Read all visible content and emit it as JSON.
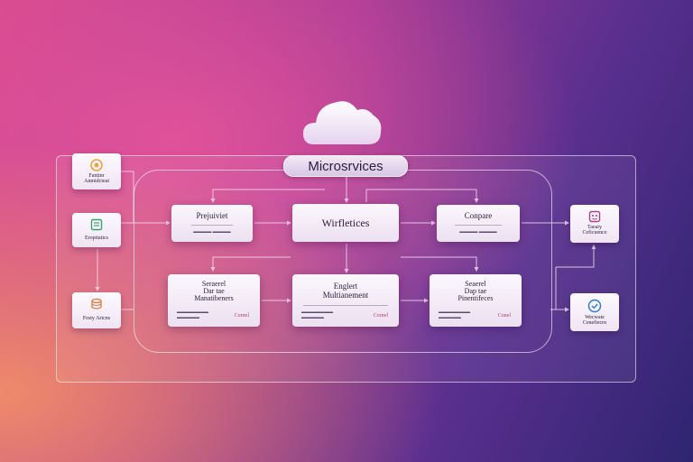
{
  "diagram": {
    "title": "Microsrvices",
    "center": {
      "label": "Wirfletices"
    },
    "top_left": {
      "label": "Prejuiviet"
    },
    "top_right": {
      "label": "Conpare"
    },
    "bottom_left": {
      "label": "Seraerel\nDar tae\nManatibeners",
      "tag": "Cornel"
    },
    "bottom_mid": {
      "label": "Englert\nMultianement",
      "tag": "Cornel"
    },
    "bottom_right": {
      "label": "Seaerel\nDap tae\nPinentifeces",
      "tag": "Conel"
    },
    "left_nodes": [
      {
        "label": "Fantinr\nAnmidcteat",
        "icon": "coin-icon",
        "color": "#e8a33a"
      },
      {
        "label": "Eropitatics",
        "icon": "chart-icon",
        "color": "#3aa56a"
      },
      {
        "label": "Festy Aricns",
        "icon": "database-icon",
        "color": "#e07a3a"
      }
    ],
    "right_nodes": [
      {
        "label": "Taeaiy\nCeficuence",
        "icon": "chat-icon",
        "color": "#b0408a"
      },
      {
        "label": "Wecwate\nCenefiecrn",
        "icon": "globe-icon",
        "color": "#2f7fcf"
      }
    ]
  }
}
